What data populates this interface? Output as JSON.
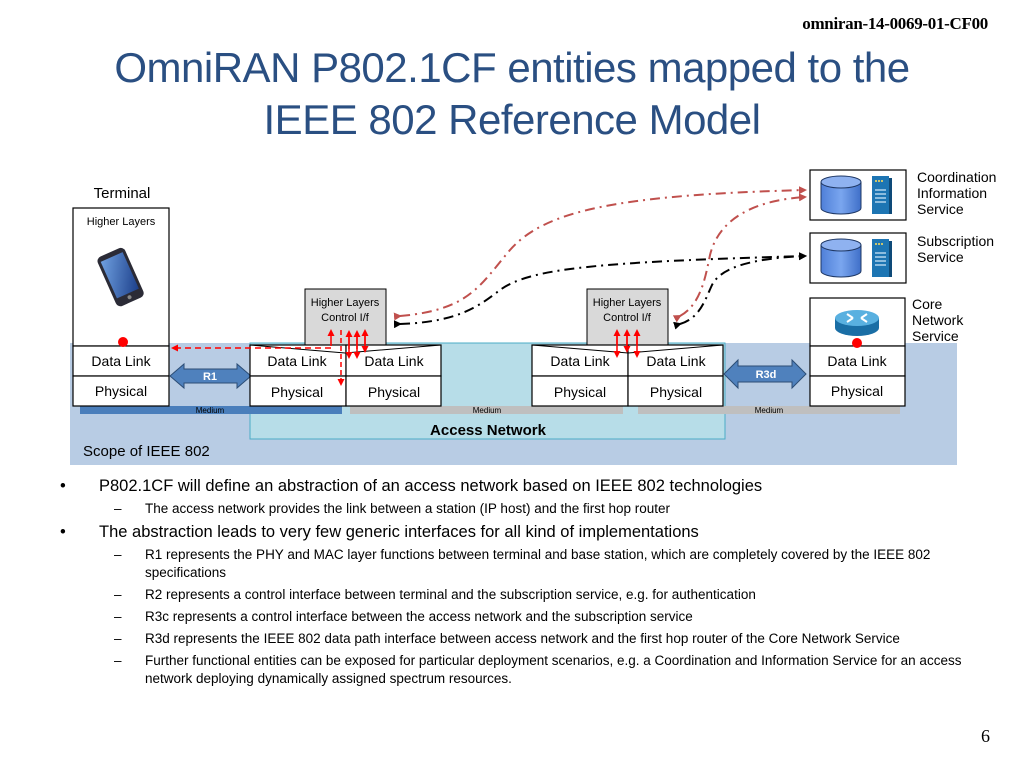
{
  "header": {
    "doc_id": "omniran-14-0069-01-CF00",
    "title_line1": "OmniRAN P802.1CF entities mapped to the",
    "title_line2": "IEEE 802 Reference Model"
  },
  "diagram": {
    "terminal": {
      "label": "Terminal",
      "higher_layers": "Higher Layers",
      "data_link": "Data Link",
      "physical": "Physical",
      "icon": "smartphone-icon"
    },
    "base_station_1": {
      "control": "Higher Layers Control I/f",
      "control_line1": "Higher Layers",
      "control_line2": "Control I/f",
      "data_link_left": "Data Link",
      "data_link_right": "Data Link",
      "physical_left": "Physical",
      "physical_right": "Physical"
    },
    "base_station_2": {
      "control": "Higher Layers Control I/f",
      "control_line1": "Higher Layers",
      "control_line2": "Control I/f",
      "data_link_left": "Data Link",
      "data_link_right": "Data Link",
      "physical_left": "Physical",
      "physical_right": "Physical"
    },
    "core_network": {
      "label_line1": "Core",
      "label_line2": "Network",
      "label_line3": "Service",
      "data_link": "Data Link",
      "physical": "Physical",
      "icon": "router-icon"
    },
    "coordination_service": {
      "label_line1": "Coordination",
      "label_line2": "Information",
      "label_line3": "Service",
      "icons": [
        "database-icon",
        "server-icon"
      ]
    },
    "subscription_service": {
      "label_line1": "Subscription",
      "label_line2": "Service",
      "icons": [
        "database-icon",
        "server-icon"
      ]
    },
    "interfaces": {
      "r1": "R1",
      "r3d": "R3d"
    },
    "medium_labels": [
      "Medium",
      "Medium",
      "Medium"
    ],
    "access_network_label": "Access Network",
    "scope_label": "Scope of IEEE 802",
    "colors": {
      "title_blue": "#2a4f82",
      "scope_bg": "#b8cce4",
      "access_bg": "#b7dde8",
      "medium_blue": "#4a7ebb",
      "medium_gray": "#bfbfbf",
      "control_gray": "#d9d9d9",
      "arrow_red": "#c0504d",
      "dot_red": "#ff0000",
      "interface_blue": "#4f81bd"
    }
  },
  "bullets": [
    {
      "level": 1,
      "marker": "•",
      "text": "P802.1CF will define an abstraction of an access network based on IEEE 802 technologies"
    },
    {
      "level": 2,
      "marker": "–",
      "text": "The access network provides the link between a station (IP host) and the first hop router"
    },
    {
      "level": 1,
      "marker": "•",
      "text": "The abstraction leads to very few generic interfaces for all kind of implementations"
    },
    {
      "level": 2,
      "marker": "–",
      "text": "R1 represents the PHY and MAC layer functions between terminal and base station, which are completely covered by the IEEE 802 specifications"
    },
    {
      "level": 2,
      "marker": "–",
      "text": "R2 represents a control interface between terminal and the subscription service, e.g. for authentication"
    },
    {
      "level": 2,
      "marker": "–",
      "text": "R3c represents a control interface between the access network and the subscription service"
    },
    {
      "level": 2,
      "marker": "–",
      "text": "R3d represents the IEEE 802 data path interface between access network and the first hop router of the Core Network Service"
    },
    {
      "level": 2,
      "marker": "–",
      "text": "Further functional entities can be exposed for particular deployment scenarios, e.g. a Coordination and Information Service for an access network deploying dynamically assigned spectrum resources."
    }
  ],
  "footer": {
    "page_number": "6"
  }
}
